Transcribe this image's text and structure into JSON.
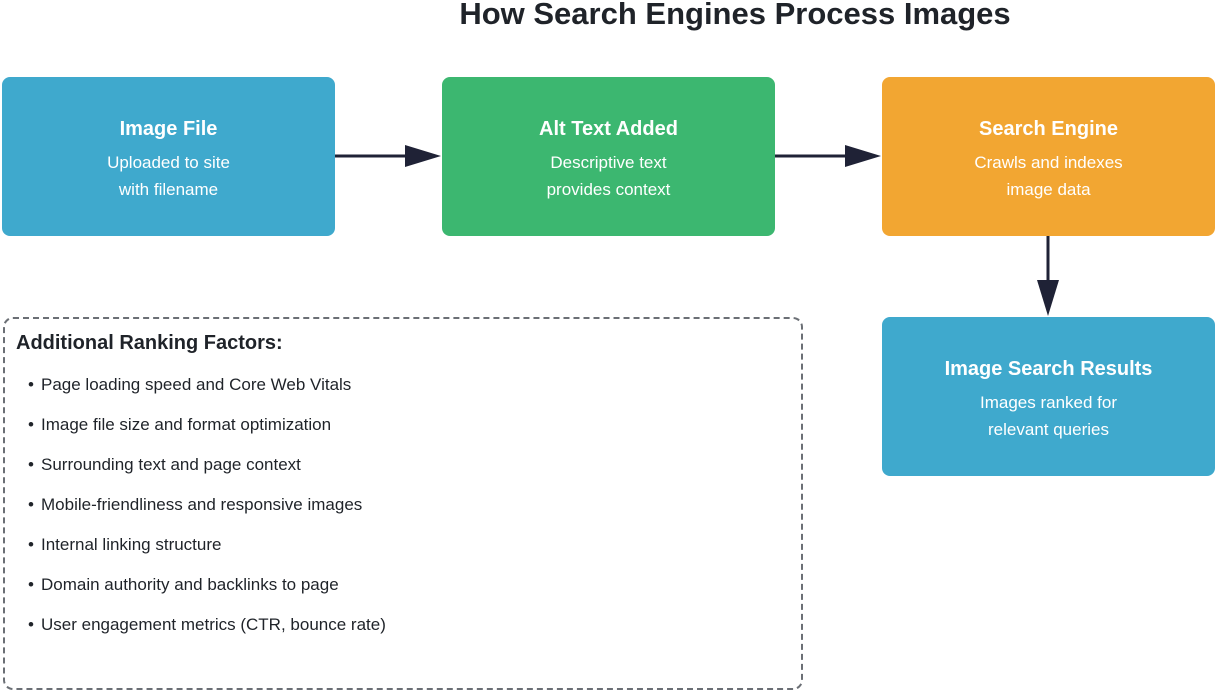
{
  "title": "How Search Engines Process Images",
  "nodes": [
    {
      "title": "Image File",
      "lines": [
        "Uploaded to site",
        "with filename"
      ],
      "color": "#3fa9cd"
    },
    {
      "title": "Alt Text Added",
      "lines": [
        "Descriptive text",
        "provides context"
      ],
      "color": "#3cb770"
    },
    {
      "title": "Search Engine",
      "lines": [
        "Crawls and indexes",
        "image data"
      ],
      "color": "#f2a632"
    },
    {
      "title": "Image Search Results",
      "lines": [
        "Images ranked for",
        "relevant queries"
      ],
      "color": "#3fa9cd"
    }
  ],
  "factors": {
    "heading": "Additional Ranking Factors:",
    "bullet": "•",
    "items": [
      "Page loading speed and Core Web Vitals",
      "Image file size and format optimization",
      "Surrounding text and page context",
      "Mobile-friendliness and responsive images",
      "Internal linking structure",
      "Domain authority and backlinks to page",
      "User engagement metrics (CTR, bounce rate)"
    ]
  },
  "colors": {
    "arrow": "#1f2236",
    "text": "#1f2329",
    "dashed_border": "#6b6f75"
  }
}
